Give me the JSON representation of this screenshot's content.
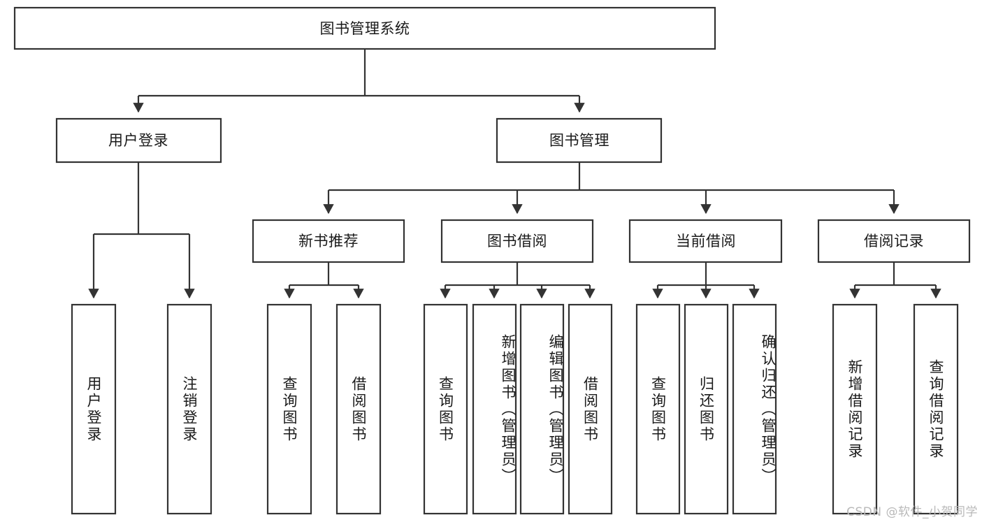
{
  "diagram": {
    "type": "tree-hierarchy",
    "orientation": "top-down",
    "root": {
      "label": "图书管理系统"
    },
    "level2": [
      {
        "label": "用户登录"
      },
      {
        "label": "图书管理"
      }
    ],
    "level3": [
      {
        "label": "新书推荐"
      },
      {
        "label": "图书借阅"
      },
      {
        "label": "当前借阅"
      },
      {
        "label": "借阅记录"
      }
    ],
    "leaves": {
      "user_login": [
        {
          "label": "用户登录"
        },
        {
          "label": "注销登录"
        }
      ],
      "new_book_recommend": [
        {
          "label": "查询图书"
        },
        {
          "label": "借阅图书"
        }
      ],
      "book_borrow": [
        {
          "label": "查询图书"
        },
        {
          "label": "新增图书（管理员）"
        },
        {
          "label": "编辑图书（管理员）"
        },
        {
          "label": "借阅图书"
        }
      ],
      "current_borrow": [
        {
          "label": "查询图书"
        },
        {
          "label": "归还图书"
        },
        {
          "label": "确认归还（管理员）"
        }
      ],
      "borrow_record": [
        {
          "label": "新增借阅记录"
        },
        {
          "label": "查询借阅记录"
        }
      ]
    }
  },
  "watermark": {
    "text": "CSDN @软件_小贺同学"
  },
  "colors": {
    "background": "#ffffff",
    "box_fill": "#ffffff",
    "box_stroke": "#333333",
    "text": "#1a1a1a",
    "watermark": "#b9b9b9"
  }
}
